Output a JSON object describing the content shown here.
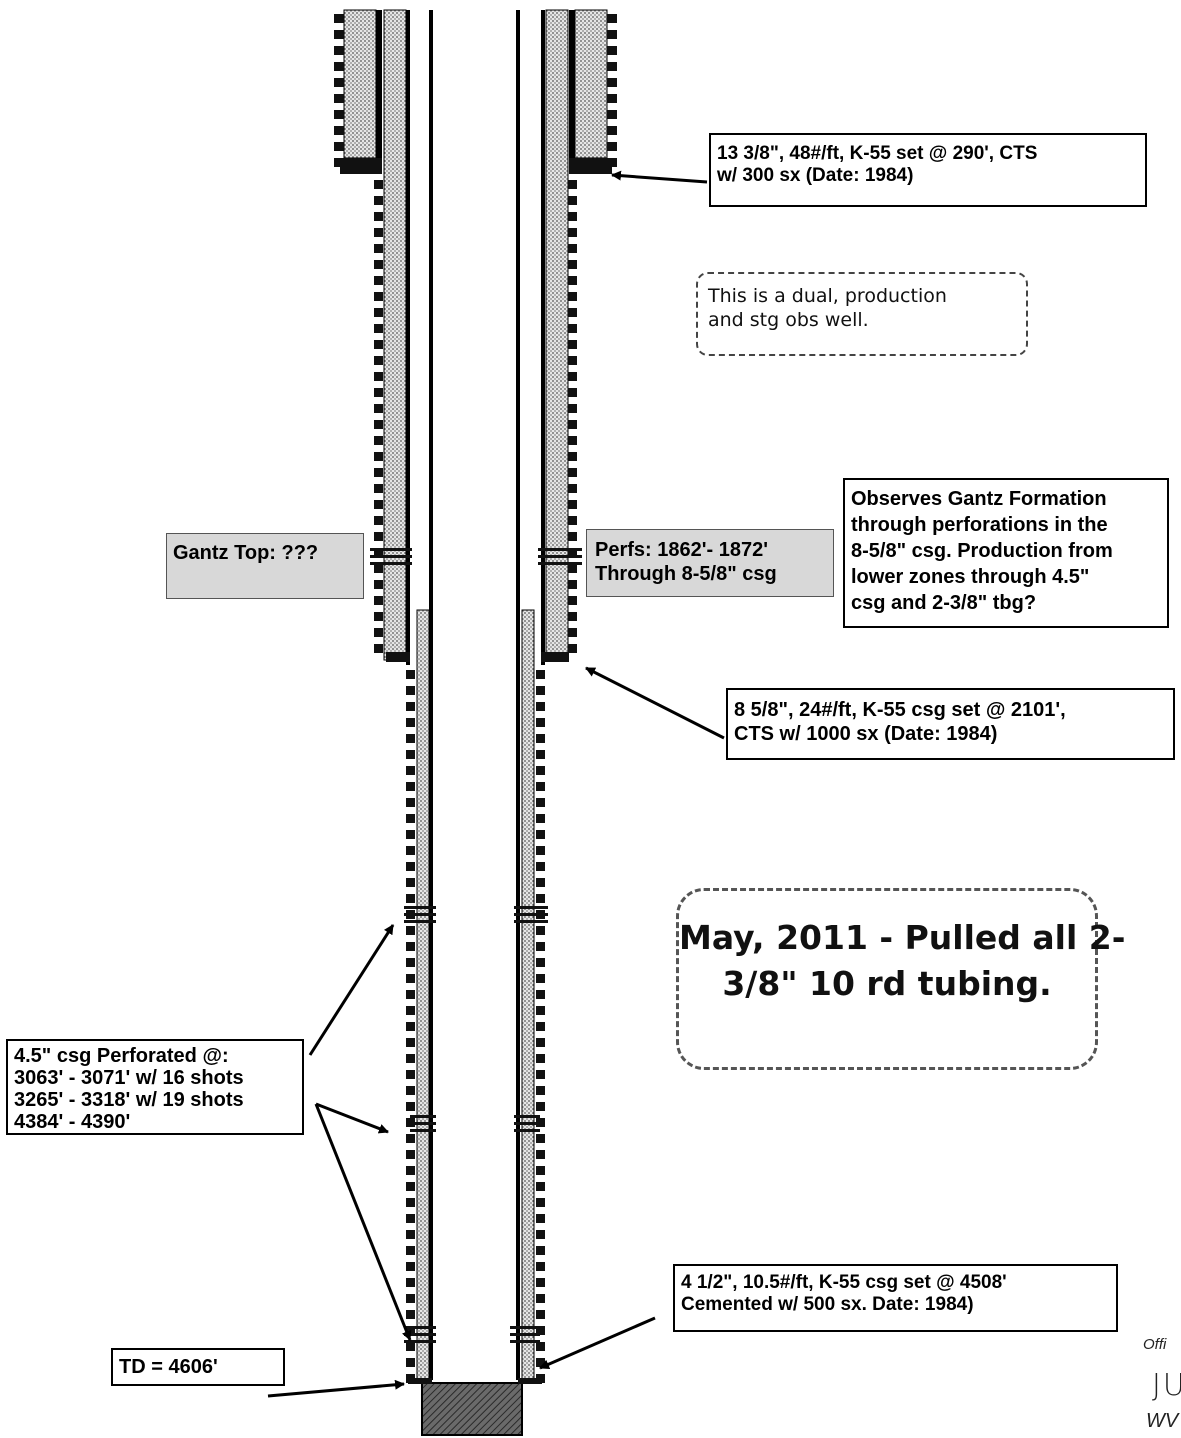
{
  "labels": {
    "surface_casing": [
      "13 3/8\", 48#/ft, K-55 set @ 290', CTS",
      "w/ 300 sx (Date: 1984)"
    ],
    "well_type_note": [
      "This is a dual, production",
      "and stg obs well."
    ],
    "gantz_observation": [
      "Observes Gantz Formation",
      "through perforations in the",
      "8-5/8\" csg. Production from",
      "lower zones through 4.5\"",
      "csg and 2-3/8\" tbg?"
    ],
    "gantz_top": "Gantz Top: ???",
    "perfs_upper": [
      "Perfs: 1862'- 1872'",
      "Through 8-5/8\" csg"
    ],
    "intermediate_casing": [
      "8 5/8\", 24#/ft, K-55 csg set @ 2101',",
      "CTS w/ 1000 sx (Date: 1984)"
    ],
    "tubing_note": [
      "May, 2011 - Pulled all 2-",
      "3/8\" 10 rd tubing."
    ],
    "perfs_lower": [
      "4.5\" csg Perforated @:",
      "3063' - 3071' w/ 16 shots",
      "3265' - 3318' w/ 19 shots",
      "4384' - 4390'"
    ],
    "production_casing": [
      "4 1/2\", 10.5#/ft, K-55 csg set @ 4508'",
      "Cemented w/ 500 sx. Date: 1984)"
    ],
    "total_depth": "TD = 4606'",
    "edge_text": [
      "Offi",
      "JU",
      "WV"
    ]
  }
}
